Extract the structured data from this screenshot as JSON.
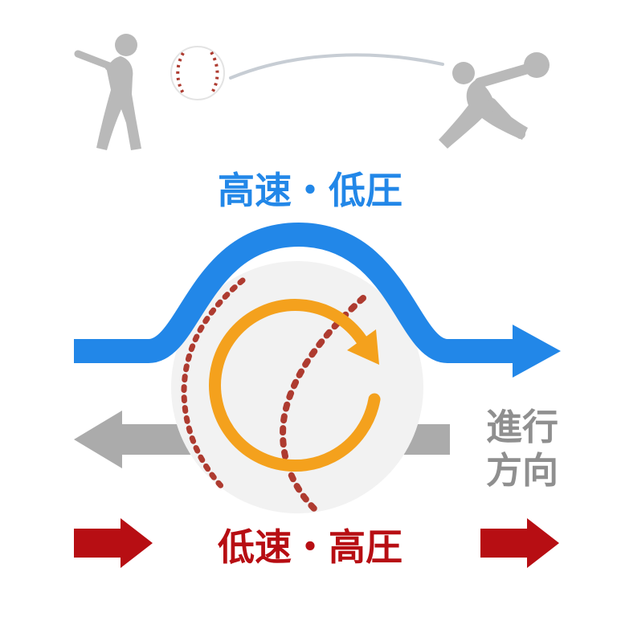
{
  "diagram": {
    "labels": {
      "top_airflow": "高速・低圧",
      "bottom_airflow": "低速・高圧",
      "direction_line1": "進行",
      "direction_line2": "方向"
    },
    "icons": {
      "batter": "batter-silhouette",
      "pitcher": "pitcher-silhouette",
      "flying_ball": "small-baseball-with-trajectory",
      "main_ball": "baseball-with-red-stitches",
      "spin": "clockwise-rotation-arrow",
      "airflow": "curved-flow-arrow-right",
      "travel": "thick-arrow-left",
      "pressure_left": "block-arrow-right",
      "pressure_right": "block-arrow-right"
    },
    "colors": {
      "background": "#ffffff",
      "airflow_blue": "#2287e8",
      "pressure_red": "#b70e13",
      "direction_gray": "#ababab",
      "direction_label_gray": "#8f8f8f",
      "spin_orange": "#f4a11d",
      "silhouette_gray": "#b9b9b9",
      "ball_fill": "#f2f2f2",
      "stitch_red": "#ae3b30",
      "trajectory_gray": "#c7cdd4"
    }
  }
}
